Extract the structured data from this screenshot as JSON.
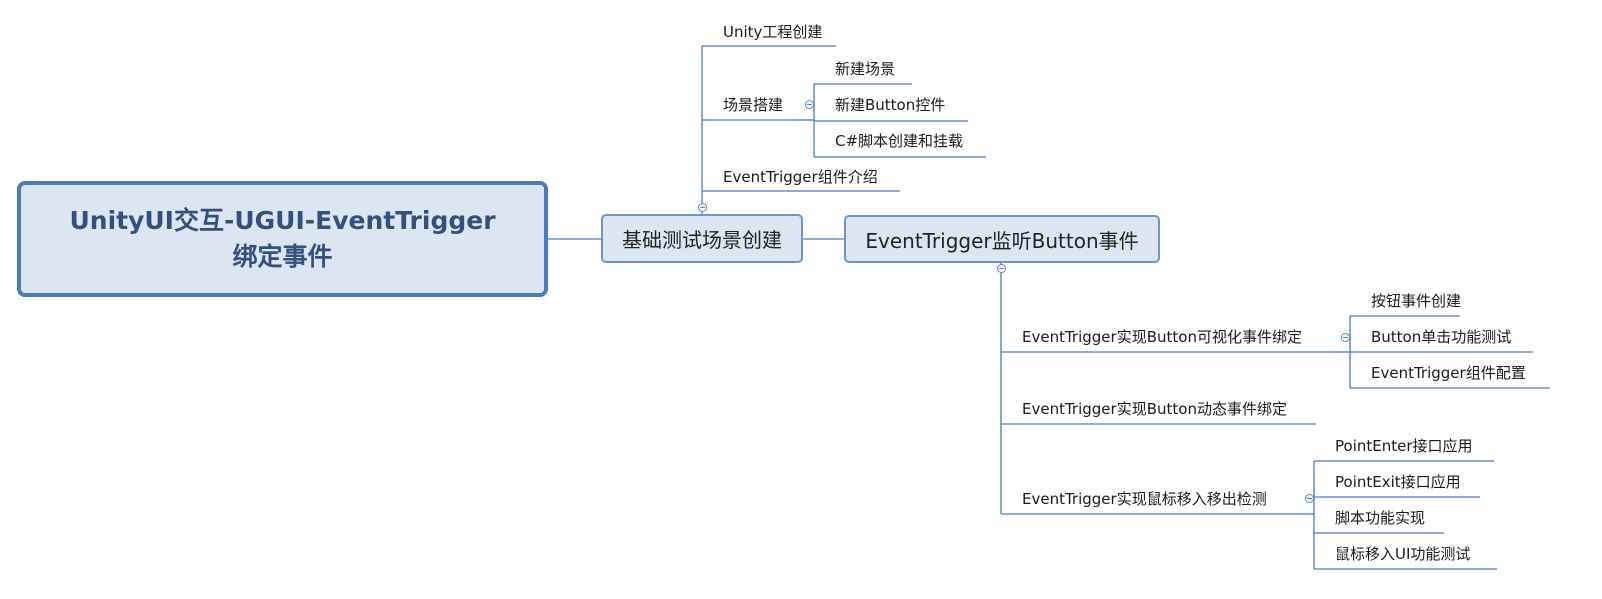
{
  "colors": {
    "line": "#4a7cc0",
    "node_fill": "#dce6f2",
    "root_text": "#34507c"
  },
  "root": {
    "label": "UnityUI交互-UGUI-EventTrigger\n绑定事件"
  },
  "branch1": {
    "label": "基础测试场景创建",
    "children": [
      {
        "label": "Unity工程创建"
      },
      {
        "label": "场景搭建",
        "children": [
          {
            "label": "新建场景"
          },
          {
            "label": "新建Button控件"
          },
          {
            "label": "C#脚本创建和挂载"
          }
        ]
      },
      {
        "label": "EventTrigger组件介绍"
      }
    ]
  },
  "branch2": {
    "label": "EventTrigger监听Button事件",
    "children": [
      {
        "label": "EventTrigger实现Button可视化事件绑定",
        "children": [
          {
            "label": "按钮事件创建"
          },
          {
            "label": "Button单击功能测试"
          },
          {
            "label": "EventTrigger组件配置"
          }
        ]
      },
      {
        "label": "EventTrigger实现Button动态事件绑定"
      },
      {
        "label": "EventTrigger实现鼠标移入移出检测",
        "children": [
          {
            "label": "PointEnter接口应用"
          },
          {
            "label": "PointExit接口应用"
          },
          {
            "label": "脚本功能实现"
          },
          {
            "label": "鼠标移入UI功能测试"
          }
        ]
      }
    ]
  }
}
